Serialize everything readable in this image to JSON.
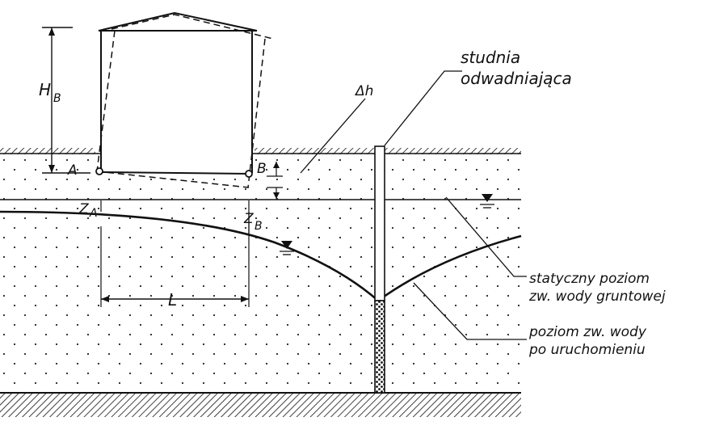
{
  "labels": {
    "well_line1": "studnia",
    "well_line2": "odwadniająca",
    "delta_h": "Δh",
    "height": "H",
    "height_sub": "B",
    "point_a": "A",
    "point_b": "B",
    "z_a": "Z",
    "z_a_sub": "A",
    "z_b": "Z",
    "z_b_sub": "B",
    "length": "L",
    "static_line1": "statyczny poziom",
    "static_line2": "zw. wody gruntowej",
    "pumped_line1": "poziom zw. wody",
    "pumped_line2": "po uruchomieniu"
  },
  "symbols": {
    "water_table_marker": "water-level-triangle-icon"
  }
}
